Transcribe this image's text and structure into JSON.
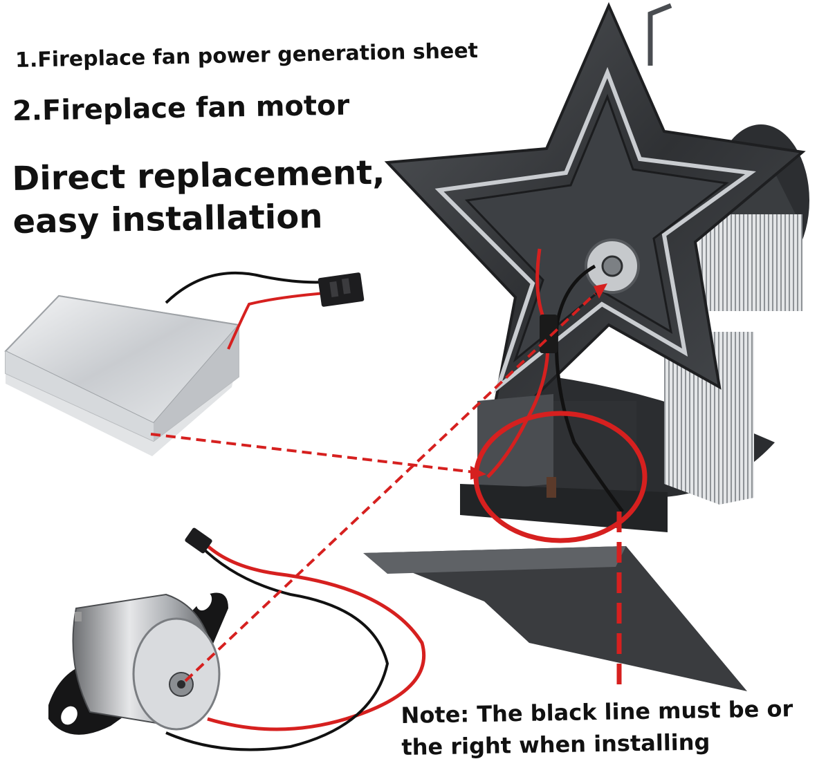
{
  "lines": {
    "line1": "1.Fireplace fan power generation sheet",
    "line2": "2.Fireplace fan motor",
    "line3a": "Direct replacement,",
    "line3b": "easy installation"
  },
  "note": {
    "line1": "Note: The black line must be or",
    "line2": "the right when installing"
  },
  "colors": {
    "accent_red": "#d6201f",
    "fan_dark": "#3a3c3f",
    "plate_silver": "#cfd3d6"
  },
  "icons": [
    "thermoelectric-plate-image",
    "fan-motor-image",
    "star-fan-image"
  ]
}
